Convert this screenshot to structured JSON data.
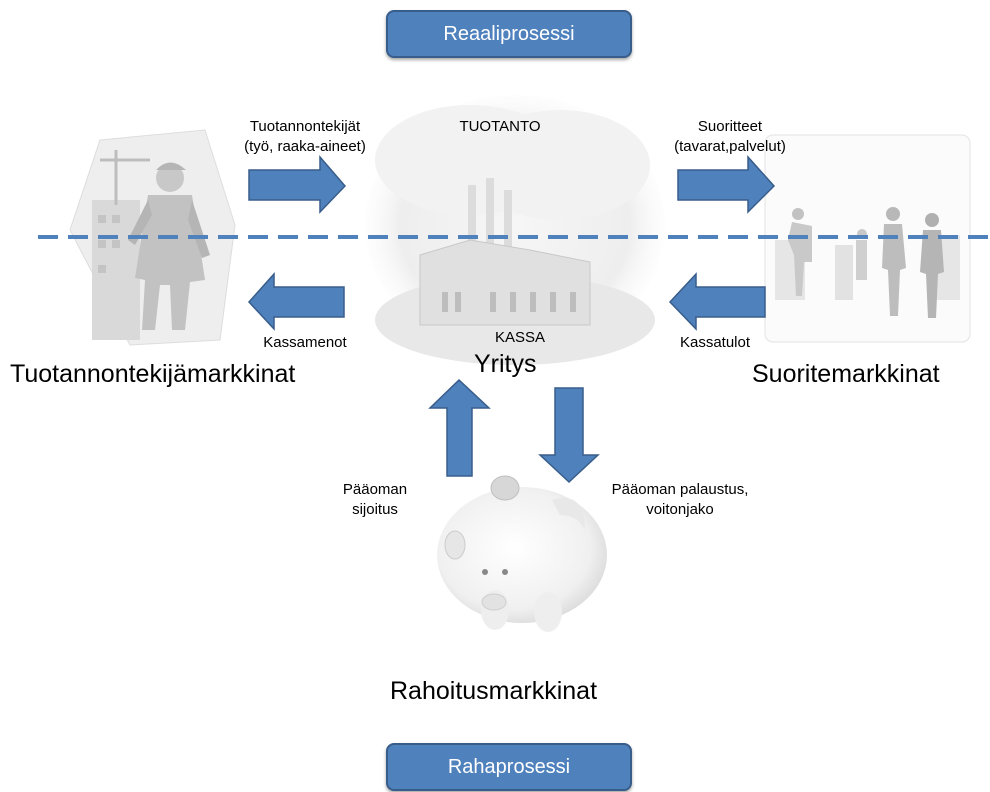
{
  "process_labels": {
    "top": "Reaaliprosessi",
    "bottom": "Rahaprosessi"
  },
  "flows": {
    "inputs_line1": "Tuotannontekijät",
    "inputs_line2": "(työ, raaka-aineet)",
    "production": "TUOTANTO",
    "outputs_line1": "Suoritteet",
    "outputs_line2": "(tavarat,palvelut)",
    "expenses": "Kassamenot",
    "cash": "KASSA",
    "revenues": "Kassatulot",
    "investment_line1": "Pääoman",
    "investment_line2": "sijoitus",
    "return_line1": "Pääoman palaustus,",
    "return_line2": "voitonjako"
  },
  "markets": {
    "factor": "Tuotannontekijämarkkinat",
    "firm": "Yritys",
    "goods": "Suoritemarkkinat",
    "finance": "Rahoitusmarkkinat"
  },
  "colors": {
    "arrow_fill": "#4f81bd",
    "arrow_stroke": "#385d8a",
    "dashed_line": "#4f81bd",
    "pill_fill": "#4f81bd"
  },
  "icons": {
    "worker": "construction-worker-icon",
    "factory": "factory-icon",
    "shop": "shop-customers-icon",
    "piggy_bank": "piggy-bank-icon"
  }
}
